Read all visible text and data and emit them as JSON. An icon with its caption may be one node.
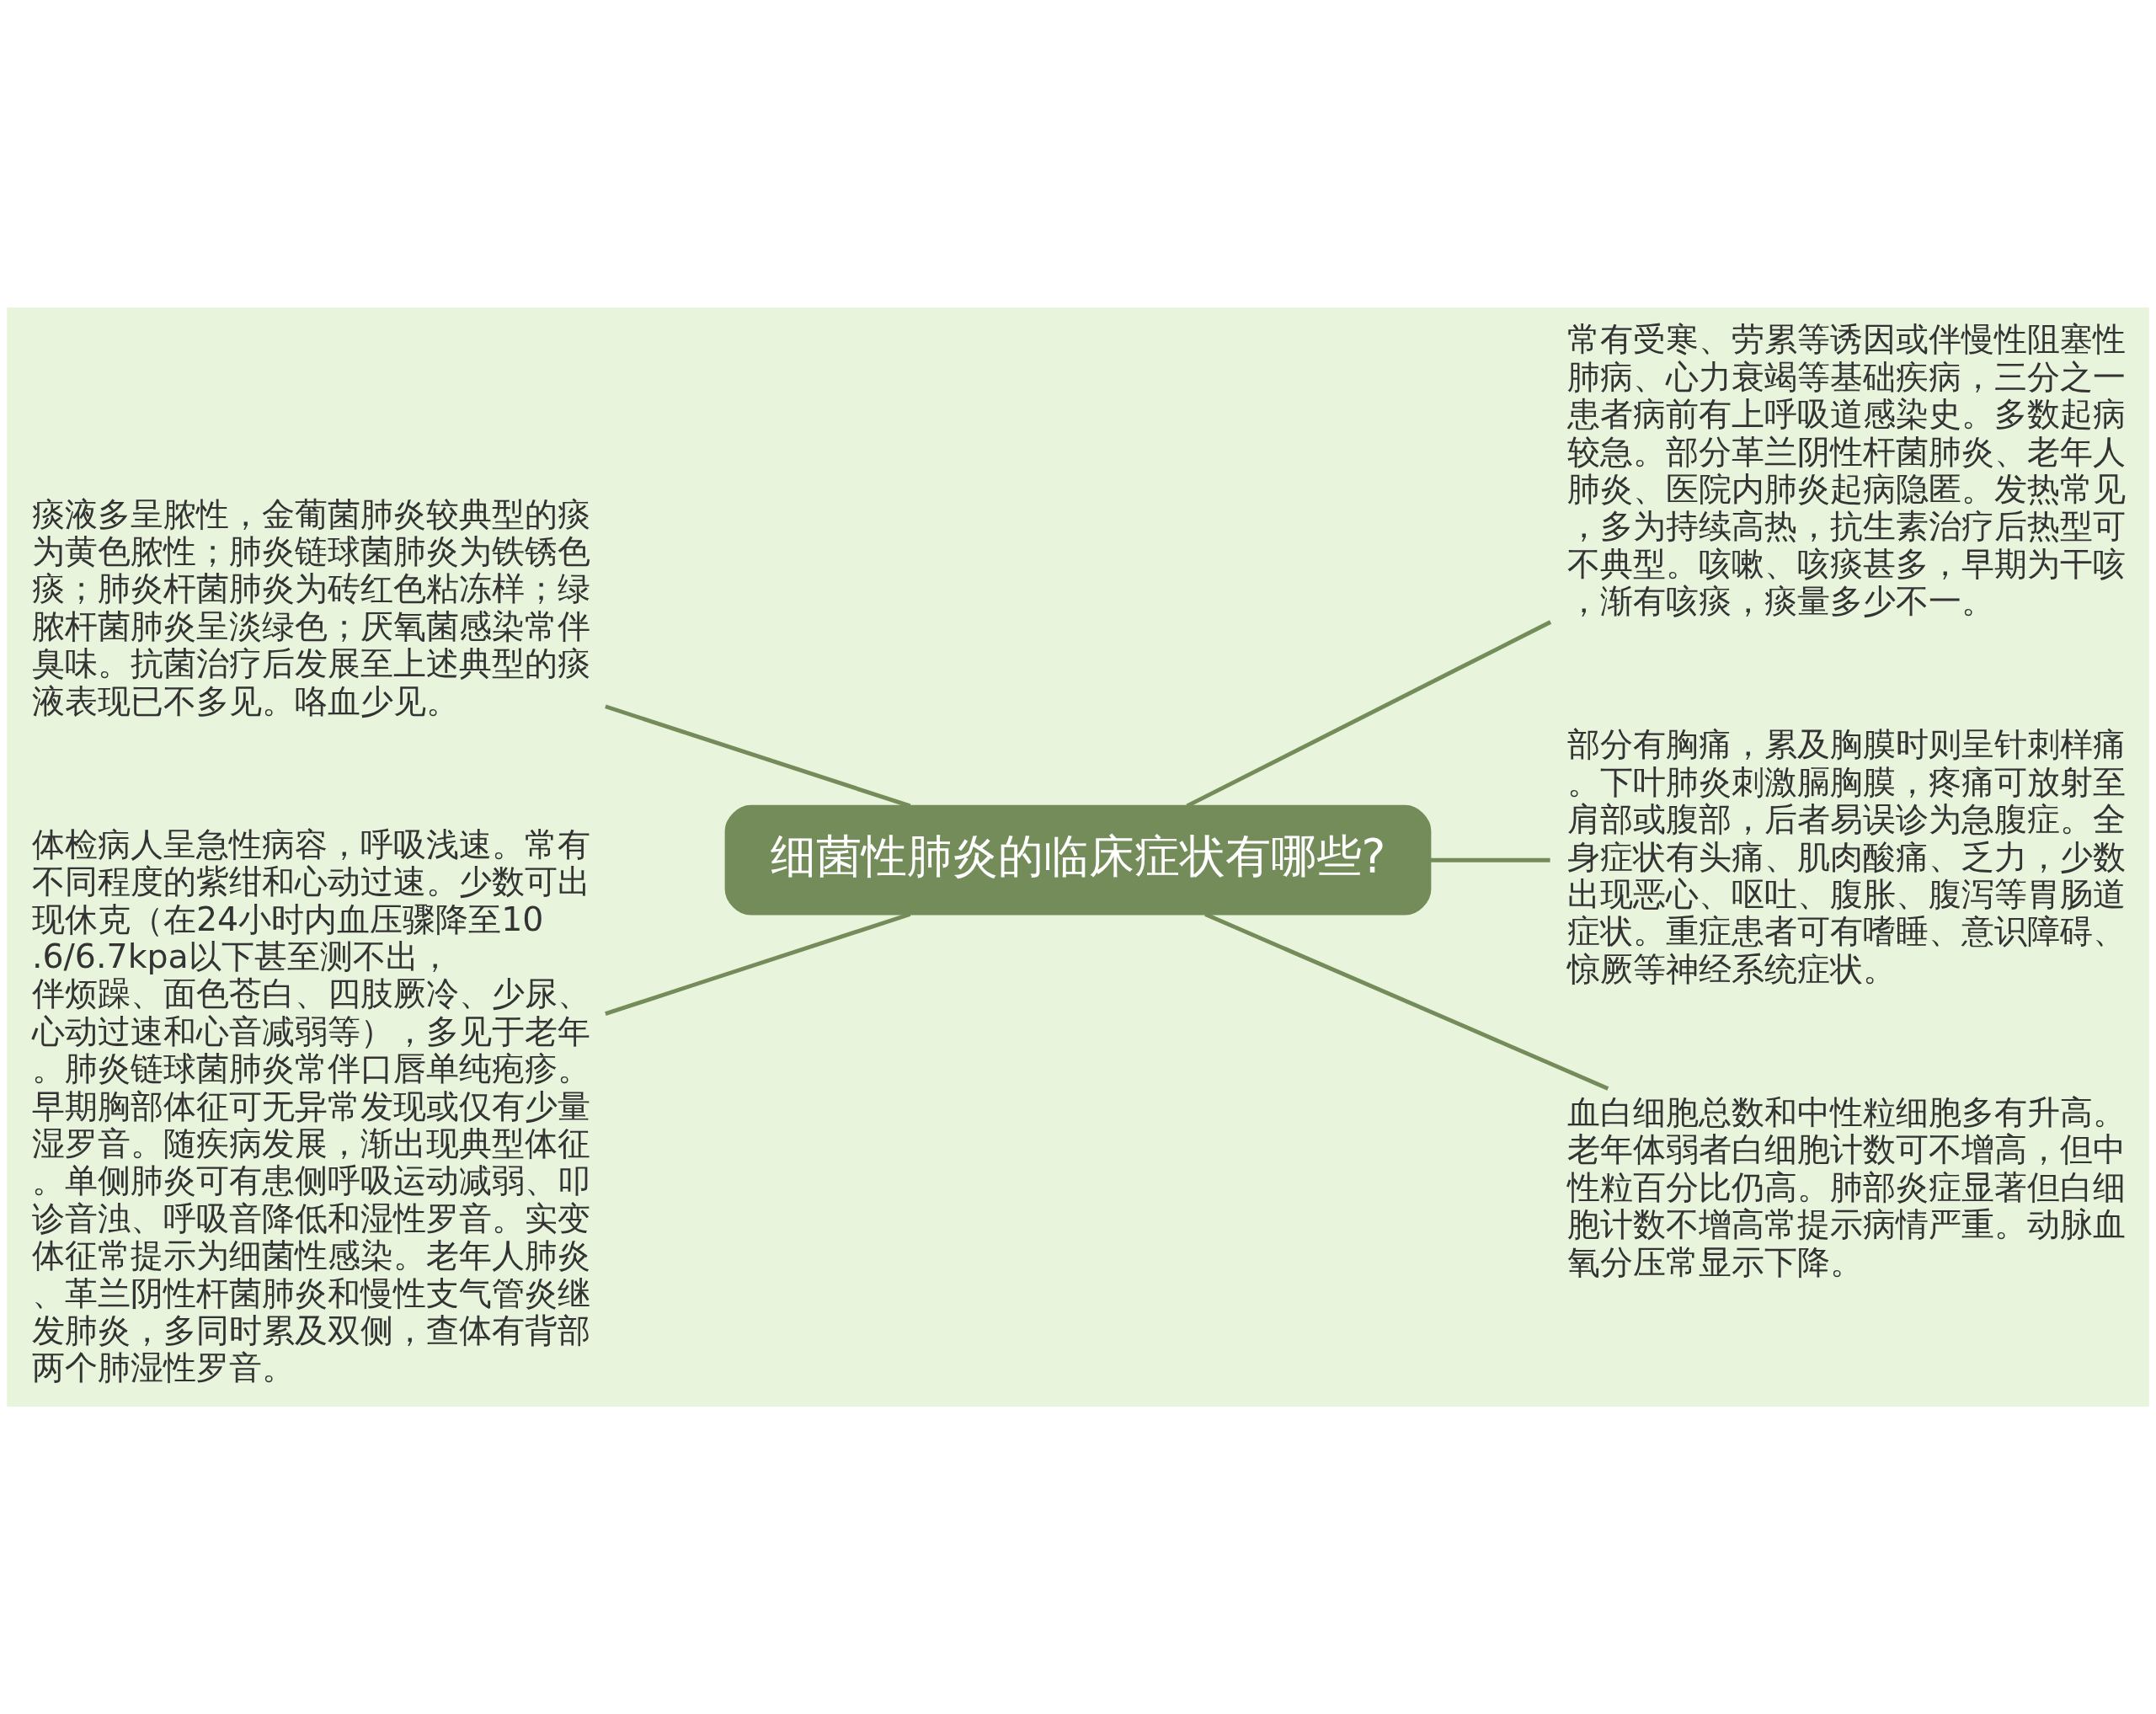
{
  "diagram": {
    "nodes": [
      {
        "text": [
          "细菌性肺炎的临床症状有哪些?"
        ]
      },
      {
        "text": [
          "痰液多呈脓性，金葡菌肺炎较典型的痰为黄色脓性；肺炎链球菌肺炎为铁锈色痰；肺炎杆菌肺炎为砖红色粘冻样；绿脓杆菌肺炎呈淡绿色；厌氧菌感染常伴臭味。抗菌治疗后发展至上述典型的痰液表现已不多见。咯血少见。"
        ]
      },
      {
        "text": [
          "体检病人呈急性病容，呼吸浅速。常有不同程度的紫绀和心动过速。少数可出现休克（在24小时内血压骤降至10.6/6.7kpa以下甚至测不出，伴烦躁、面色苍白、四肢厥冷、少尿、心动过速和心音减弱等），多见于老年。肺炎链球菌肺炎常伴口唇单纯疱疹。早期胸部体征可无异常发现或仅有少量湿罗音。随疾病发展，渐出现典型体征。单侧肺炎可有患侧呼吸运动减弱、叩诊音浊、呼吸音降低和湿性罗音。实变体征常提示为细菌性感染。老年人肺炎、革兰阴性杆菌肺炎和慢性支气管炎继发肺炎，多同时累及双侧，查体有背部两个肺湿性罗音。"
        ]
      },
      {
        "text": [
          "常有受寒、劳累等诱因或伴慢性阻塞性肺病、心力衰竭等基础疾病，三分之一患者病前有上呼吸道感染史。多数起病较急。部分革兰阴性杆菌肺炎、老年人肺炎、医院内肺炎起病隐匿。发热常见，多为持续高热，抗生素治疗后热型可不典型。咳嗽、咳痰甚多，早期为干咳，渐有咳痰，痰量多少不一。"
        ]
      },
      {
        "text": [
          "部分有胸痛，累及胸膜时则呈针刺样痛。下叶肺炎刺激膈胸膜，疼痛可放射至肩部或腹部，后者易误诊为急腹症。全身症状有头痛、肌肉酸痛、乏力，少数出现恶心、呕吐、腹胀、腹泻等胃肠道症状。重症患者可有嗜睡、意识障碍、惊厥等神经系统症状。"
        ]
      },
      {
        "text": [
          "血白细胞总数和中性粒细胞多有升高。老年体弱者白细胞计数可不增高，但中性粒百分比仍高。肺部炎症显著但白细胞计数不增高常提示病情严重。动脉血氧分压常显示下降。"
        ]
      }
    ],
    "edges": [
      {
        "from": 0,
        "to": 1,
        "arrow": "none"
      },
      {
        "from": 0,
        "to": 2,
        "arrow": "none"
      },
      {
        "from": 0,
        "to": 3,
        "arrow": "none"
      },
      {
        "from": 0,
        "to": 4,
        "arrow": "none"
      },
      {
        "from": 0,
        "to": 5,
        "arrow": "none"
      }
    ]
  }
}
